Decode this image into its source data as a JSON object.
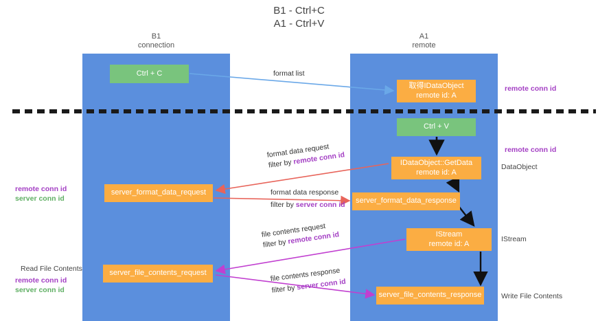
{
  "title": {
    "line1": "B1 - Ctrl+C",
    "line2": "A1 - Ctrl+V"
  },
  "lanes": [
    {
      "id": "b1",
      "name": "B1",
      "role": "connection",
      "color": "#5b8fdd"
    },
    {
      "id": "a1",
      "name": "A1",
      "role": "remote",
      "color": "#5b8fdd"
    }
  ],
  "nodes": {
    "ctrl_c": {
      "label": "Ctrl + C",
      "color": "#79c47d"
    },
    "get_idataobject": {
      "line1": "取得IDataObject",
      "line2": "remote id: A",
      "color": "#fbad43"
    },
    "ctrl_v": {
      "label": "Ctrl + V",
      "color": "#79c47d"
    },
    "getdata": {
      "line1": "IDataObject::GetData",
      "line2": "remote id: A",
      "color": "#fbad43"
    },
    "server_format_data_request": {
      "label": "server_format_data_request",
      "color": "#fbad43"
    },
    "server_format_data_response": {
      "label": "server_format_data_response",
      "color": "#fbad43"
    },
    "istream": {
      "line1": "IStream",
      "line2": "remote id: A",
      "color": "#fbad43"
    },
    "server_file_contents_request": {
      "label": "server_file_contents_request",
      "color": "#fbad43"
    },
    "server_file_contents_response": {
      "label": "server_file_contents_response",
      "color": "#fbad43"
    }
  },
  "arrows": {
    "format_list": {
      "label": "format list",
      "color": "#6aa8e8"
    },
    "format_data_request": {
      "line1": "format data request",
      "prefix": "filter by ",
      "key": "remote conn id",
      "color": "#e8645a"
    },
    "format_data_response": {
      "line1": "format data response",
      "prefix": "filter by ",
      "key": "server conn id",
      "color": "#e8645a"
    },
    "file_contents_request": {
      "line1": "file contents request",
      "prefix": "filter by ",
      "key": "remote conn id",
      "color": "#c13fd0"
    },
    "file_contents_response": {
      "line1": "file contents response",
      "prefix": "filter by ",
      "key": "server conn id",
      "color": "#c13fd0"
    }
  },
  "annotations": {
    "right_remote_conn_id_top": "remote conn id",
    "right_remote_conn_id_mid": "remote conn id",
    "right_dataobject": "DataObject",
    "right_istream": "IStream",
    "right_write_file_contents": "Write File Contents",
    "left_remote_conn_id": "remote conn id",
    "left_server_conn_id": "server conn id",
    "left_read_file_contents": "Read File Contents",
    "left_remote_conn_id_2": "remote conn id",
    "left_server_conn_id_2": "server conn id"
  },
  "colors": {
    "lane": "#5b8fdd",
    "green_node": "#79c47d",
    "orange_node": "#fbad43",
    "purple_key": "#a440c4",
    "green_key": "#5faf63",
    "red_arrow": "#e8645a",
    "blue_arrow": "#6aa8e8",
    "magenta_arrow": "#c13fd0",
    "divider": "#1a1a1a"
  }
}
